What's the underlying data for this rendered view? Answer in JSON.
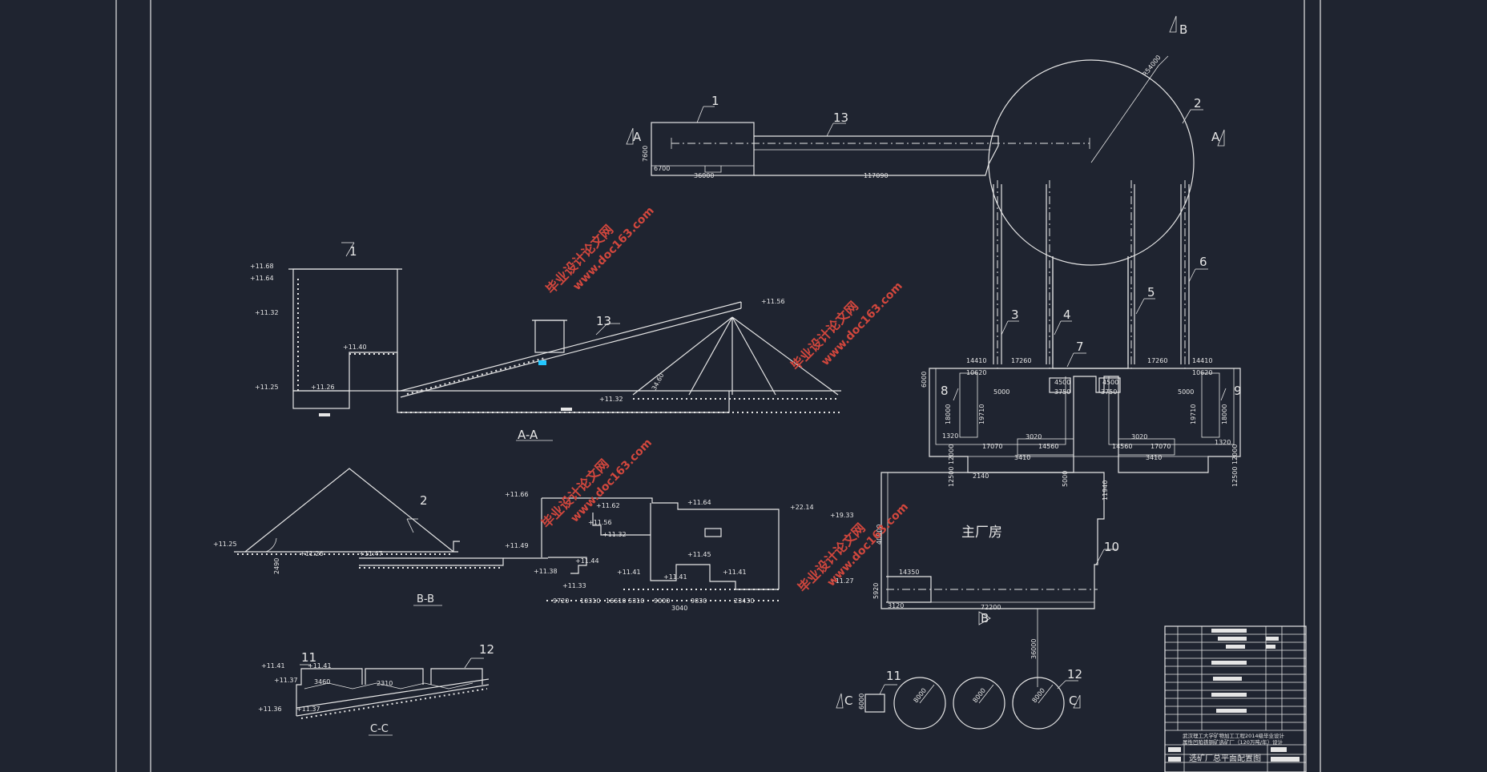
{
  "colors": {
    "background": "#1f2430",
    "line": "#e6e6e6",
    "watermark": "#d2473d",
    "highlight": "#23c7ff"
  },
  "section_labels": {
    "aa": "A-A",
    "bb": "B-B",
    "cc": "C-C"
  },
  "cut_marks": {
    "a": "A",
    "b": "B",
    "c": "C"
  },
  "main_building_label": "主厂房",
  "item_numbers": {
    "n1": "1",
    "n2": "2",
    "n3": "3",
    "n4": "4",
    "n5": "5",
    "n6": "6",
    "n7": "7",
    "n8": "8",
    "n9": "9",
    "n10": "10",
    "n11": "11",
    "n12": "12",
    "n13": "13"
  },
  "plan_dimensions": {
    "d_7600": "7600",
    "d_6700": "6700",
    "d_36000": "36000",
    "d_117090": "117090",
    "d_r54000": "R54000",
    "d_6000": "6000",
    "d_14410_l": "14410",
    "d_17260_l": "17260",
    "d_17260_r": "17260",
    "d_14410_r": "14410",
    "d_10620_l": "10620",
    "d_10620_r": "10620",
    "d_5000_l": "5000",
    "d_5000_r": "5000",
    "d_4500_l": "4500",
    "d_4500_r": "4500",
    "d_3750_l": "3750",
    "d_3750_r": "3750",
    "d_18000_l": "18000",
    "d_18000_r": "18000",
    "d_19710_l": "19710",
    "d_19710_r": "19710",
    "d_1320_l": "1320",
    "d_1320_r": "1320",
    "d_3020_l": "3020",
    "d_3020_r": "3020",
    "d_17070_l": "17070",
    "d_17070_r": "17070",
    "d_14560_l": "14560",
    "d_14560_r": "14560",
    "d_3410_l": "3410",
    "d_3410_r": "3410",
    "d_12000_l": "12000",
    "d_12000_r": "12000",
    "d_12500_l": "12500",
    "d_12500_r": "12500",
    "d_2140": "2140",
    "d_5000_m": "5000",
    "d_11940": "11940",
    "d_40900": "40900",
    "d_14350": "14350",
    "d_5920": "5920",
    "d_72200": "72200",
    "d_3120": "3120",
    "d_36000_v": "36000",
    "d_6000_c": "6000",
    "d_8000_a": "8000",
    "d_8000_b": "8000",
    "d_8000_c": "8000"
  },
  "elevations_aa": {
    "e1": "+11.68",
    "e2": "+11.64",
    "e3": "+11.32",
    "e4": "+11.40",
    "e5": "+11.25",
    "e6": "+11.26",
    "e7": "+11.56",
    "e8": "+11.32"
  },
  "elevations_bb": {
    "e1": "+11.25",
    "e2": "+11.26",
    "e3": "+11.47"
  },
  "elevations_sec": {
    "e1": "+11.66",
    "e2": "+11.62",
    "e3": "+11.64",
    "e4": "+22.14",
    "e5": "+19.33",
    "e6": "+11.56",
    "e7": "+11.32",
    "e8": "+11.49",
    "e9": "+11.45",
    "e10": "+11.44",
    "e11": "+11.38",
    "e12": "+11.41",
    "e13": "+11.41",
    "e14": "+11.41",
    "e15": "+11.27",
    "e16": "+11.33"
  },
  "dims_sec": {
    "d1": "9720",
    "d2": "10310",
    "d3": "16610",
    "d4": "5310",
    "d5": "9000",
    "d6": "9830",
    "d7": "23430",
    "d8": "3040"
  },
  "elevations_cc": {
    "e1": "+11.41",
    "e2": "+11.41",
    "e3": "+11.37",
    "e4": "+11.36",
    "e5": "+11.37"
  },
  "dims_cc": {
    "d1": "3460",
    "d2": "2310"
  },
  "aa_dims": {
    "d1": "34.60",
    "d2": "2490"
  },
  "watermarks": [
    {
      "line1": "毕业设计论文网",
      "line2": "www.doc163.com"
    },
    {
      "line1": "毕业设计论文网",
      "line2": "www.doc163.com"
    },
    {
      "line1": "毕业设计论文网",
      "line2": "www.doc163.com"
    },
    {
      "line1": "毕业设计论文网",
      "line2": "www.doc163.com"
    }
  ],
  "title_block": {
    "school_line1": "武汉理工大学矿物加工工程2014级毕业设计",
    "school_line2": "属性凹陷铁铜矿选矿厂（120万吨/年）设计",
    "drawing_title": "选矿厂总平面配置图"
  }
}
